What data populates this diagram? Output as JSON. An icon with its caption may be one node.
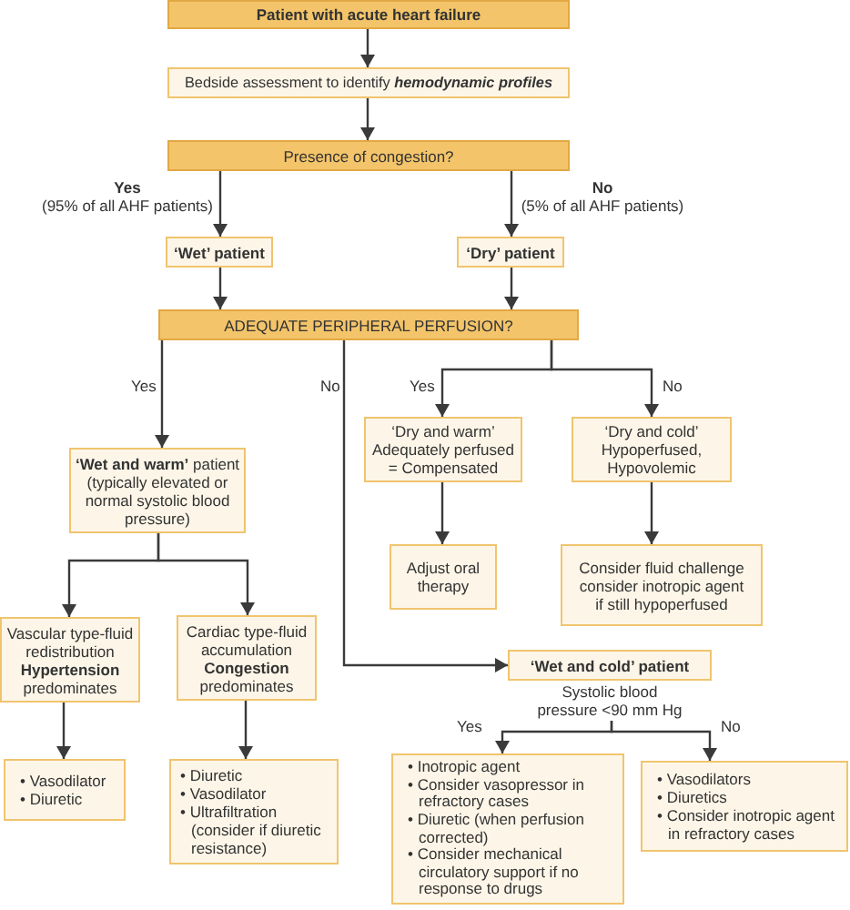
{
  "diagram": {
    "nodes": [
      {
        "text": [
          "Patient with acute heart failure"
        ]
      },
      {
        "text": [
          "Bedside assessment to identify **hemodynamic profiles**"
        ]
      },
      {
        "text": [
          "Presence of congestion?"
        ]
      },
      {
        "text": [
          "‘Wet’ patient"
        ]
      },
      {
        "text": [
          "‘Dry’ patient"
        ]
      },
      {
        "text": [
          "ADEQUATE PERIPHERAL PERFUSION?"
        ]
      },
      {
        "text": [
          "**‘Wet and warm’** patient",
          "(typically elevated or normal systolic blood pressure)"
        ]
      },
      {
        "text": [
          "‘Dry and warm’",
          "Adequately perfused = Compensated"
        ]
      },
      {
        "text": [
          "‘Dry and cold’",
          "Hypoperfused, Hypovolemic"
        ]
      },
      {
        "text": [
          "Adjust oral therapy"
        ]
      },
      {
        "text": [
          "Consider fluid challenge consider inotropic agent if still hypoperfused"
        ]
      },
      {
        "text": [
          "Vascular type-fluid redistribution **Hypertension** predominates"
        ]
      },
      {
        "text": [
          "Cardiac type-fluid accumulation **Congestion** predominates"
        ]
      },
      {
        "text": [
          "‘Wet and cold’ patient"
        ],
        "beside": [
          "Systolic blood pressure <90 mm Hg"
        ]
      },
      {
        "text": [
          "• Vasodilator",
          "• Diuretic"
        ]
      },
      {
        "text": [
          "• Diuretic",
          "• Vasodilator",
          "• Ultrafiltration (consider if diuretic resistance)"
        ]
      },
      {
        "text": [
          "• Inotropic agent",
          "• Consider vasopressor in refractory cases",
          "• Diuretic (when perfusion corrected)",
          "• Consider mechanical circulatory support if no response to drugs"
        ]
      },
      {
        "text": [
          "• Vasodilators",
          "• Diuretics",
          "• Consider inotropic agent in refractory cases"
        ]
      }
    ],
    "edges": [
      {
        "from": 0,
        "to": 1,
        "arrow": "to"
      },
      {
        "from": 1,
        "to": 2,
        "arrow": "to"
      },
      {
        "from": 2,
        "to": 3,
        "arrow": "to",
        "label": "**Yes** (95% of all AHF patients)"
      },
      {
        "from": 2,
        "to": 4,
        "arrow": "to",
        "label": "**No** (5% of all AHF patients)"
      },
      {
        "from": 3,
        "to": 5,
        "arrow": "to"
      },
      {
        "from": 4,
        "to": 5,
        "arrow": "to"
      },
      {
        "from": 5,
        "to": 6,
        "arrow": "to",
        "label": "Yes"
      },
      {
        "from": 5,
        "to": 13,
        "arrow": "to",
        "label": "No"
      },
      {
        "from": 5,
        "to": 7,
        "arrow": "to",
        "label": "Yes"
      },
      {
        "from": 5,
        "to": 8,
        "arrow": "to",
        "label": "No"
      },
      {
        "from": 7,
        "to": 9,
        "arrow": "to"
      },
      {
        "from": 8,
        "to": 10,
        "arrow": "to"
      },
      {
        "from": 6,
        "to": 11,
        "arrow": "to"
      },
      {
        "from": 6,
        "to": 12,
        "arrow": "to"
      },
      {
        "from": 11,
        "to": 14,
        "arrow": "to"
      },
      {
        "from": 12,
        "to": 15,
        "arrow": "to"
      },
      {
        "from": 13,
        "to": 16,
        "arrow": "to",
        "label": "Yes"
      },
      {
        "from": 13,
        "to": 17,
        "arrow": "to",
        "label": "No"
      }
    ]
  }
}
